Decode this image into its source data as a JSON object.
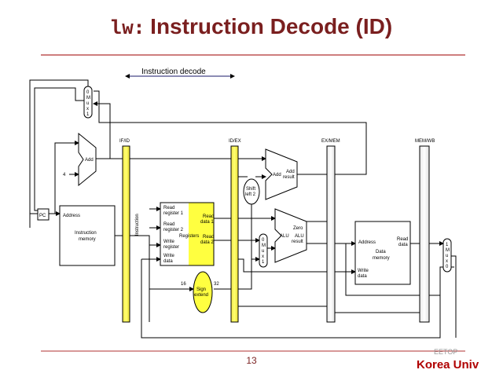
{
  "title": {
    "prefix": "lw:",
    "text": "Instruction Decode (ID)"
  },
  "stage_banner": "Instruction decode",
  "pipeline_registers": [
    "IF/ID",
    "ID/EX",
    "EX/MEM",
    "MEM/WB"
  ],
  "components": {
    "pc": "PC",
    "imem": {
      "address": "Address",
      "name_line1": "Instruction",
      "name_line2": "memory",
      "output": "Instruction"
    },
    "adder_if": {
      "label": "Add",
      "const": "4"
    },
    "mux_if": [
      "0",
      "M",
      "u",
      "x",
      "1"
    ],
    "registers": {
      "read_reg1": [
        "Read",
        "register 1"
      ],
      "read_reg2": [
        "Read",
        "register 2"
      ],
      "write_reg": [
        "Write",
        "register"
      ],
      "write_data": [
        "Write",
        "data"
      ],
      "read_data1": [
        "Read",
        "data 1"
      ],
      "read_data2": [
        "Read",
        "data 2"
      ],
      "name": "Registers"
    },
    "sign_extend": {
      "in_bits": "16",
      "out_bits": "32",
      "label": [
        "Sign",
        "extend"
      ]
    },
    "shift_left": [
      "Shift",
      "left 2"
    ],
    "adder_ex": {
      "label": "Add",
      "result": [
        "Add",
        "result"
      ]
    },
    "mux_ex": [
      "0",
      "M",
      "u",
      "x",
      "1"
    ],
    "alu": {
      "label": "ALU",
      "zero": "Zero",
      "result": [
        "ALU",
        "result"
      ]
    },
    "dmem": {
      "address": "Address",
      "read_data": [
        "Read",
        "data"
      ],
      "write_data": [
        "Write",
        "data"
      ],
      "name": [
        "Data",
        "memory"
      ]
    },
    "mux_wb": [
      "1",
      "M",
      "u",
      "x",
      "0"
    ]
  },
  "page_number": "13",
  "brand": "Korea Univ",
  "watermark": "EETOP",
  "colors": {
    "title": "#7a1f1f",
    "highlight": "#ffff40",
    "brand": "#b00000",
    "rule": "#b03030"
  }
}
